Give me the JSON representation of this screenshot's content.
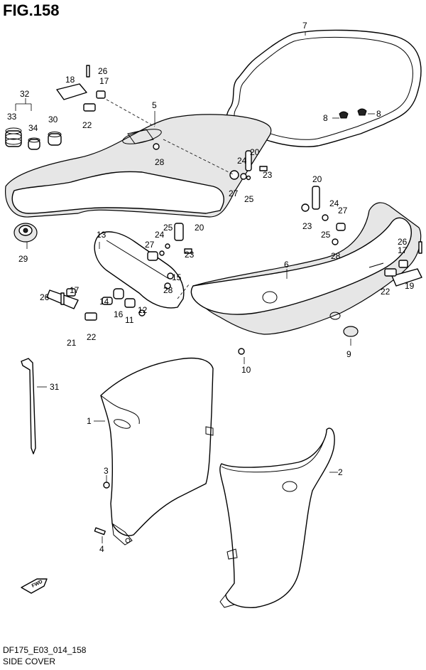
{
  "figure": {
    "title": "FIG.158",
    "code": "DF175_E03_014_158",
    "caption": "SIDE COVER",
    "fwd_label": "FWD"
  },
  "callouts": {
    "c1": "1",
    "c2": "2",
    "c3": "3",
    "c4": "4",
    "c5": "5",
    "c6": "6",
    "c7": "7",
    "c8a": "8",
    "c8b": "8",
    "c9": "9",
    "c10": "10",
    "c11": "11",
    "c12": "12",
    "c13": "13",
    "c14": "14",
    "c15": "15",
    "c16": "16",
    "c17a": "17",
    "c17b": "17",
    "c17c": "17",
    "c18": "18",
    "c19": "19",
    "c20a": "20",
    "c20b": "20",
    "c20c": "20",
    "c21": "21",
    "c22a": "22",
    "c22b": "22",
    "c22c": "22",
    "c23a": "23",
    "c23b": "23",
    "c23c": "23",
    "c24a": "24",
    "c24b": "24",
    "c24c": "24",
    "c25a": "25",
    "c25b": "25",
    "c25c": "25",
    "c26a": "26",
    "c26b": "26",
    "c26c": "26",
    "c27a": "27",
    "c27b": "27",
    "c27c": "27",
    "c28a": "28",
    "c28b": "28",
    "c28c": "28",
    "c29": "29",
    "c30": "30",
    "c31": "31",
    "c32": "32",
    "c33": "33",
    "c34": "34"
  }
}
